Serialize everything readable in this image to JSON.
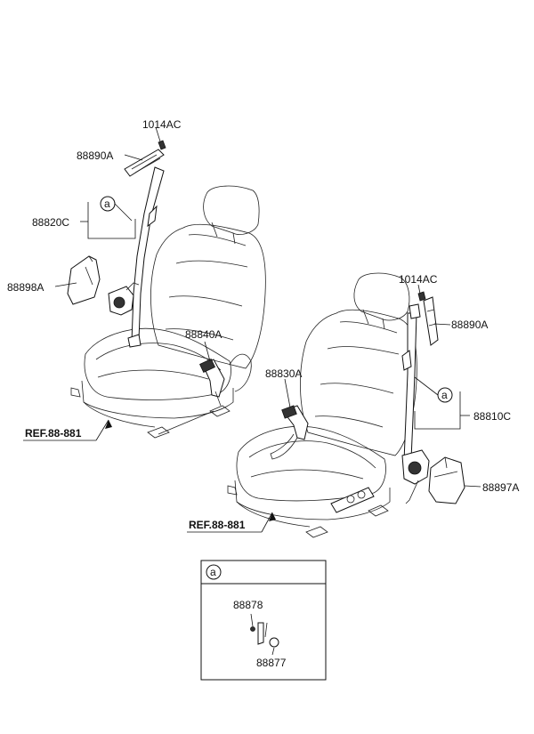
{
  "parts": {
    "left_bolt": "1014AC",
    "left_adjuster": "88890A",
    "left_belt": "88820C",
    "left_cover": "88898A",
    "left_buckle": "88840A",
    "right_buckle": "88830A",
    "right_bolt": "1014AC",
    "right_adjuster": "88890A",
    "right_belt": "88810C",
    "right_cover": "88897A"
  },
  "refs": {
    "left": "REF.88-881",
    "right": "REF.88-881"
  },
  "callout": {
    "marker": "a"
  },
  "detail": {
    "marker": "a",
    "part_upper": "88878",
    "part_lower": "88877"
  }
}
